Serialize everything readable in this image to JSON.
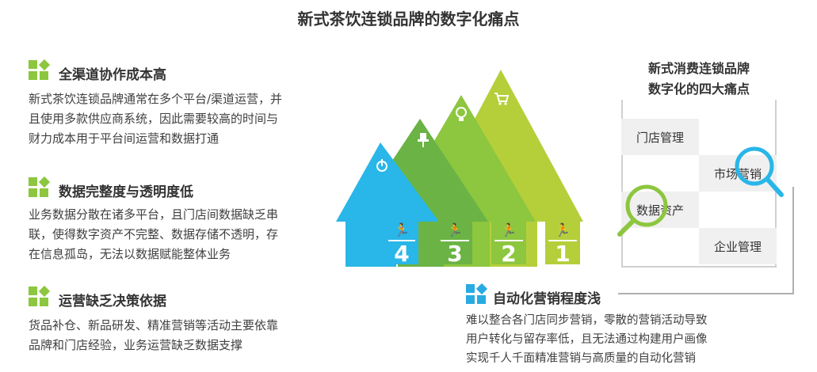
{
  "title": "新式茶饮连锁品牌的数字化痛点",
  "sections": [
    {
      "title": "全渠道协作成本高",
      "lines": [
        "新式茶饮连锁品牌通常在多个平台/渠道运营，并",
        "且使用多款供应商系统，因此需要较高的时间与",
        "财力成本用于平台间运营和数据打通"
      ]
    },
    {
      "title": "数据完整度与透明度低",
      "lines": [
        "业务数据分散在诸多平台，且门店间数据缺乏串",
        "联，使得数字资产不完整、数据存储不透明，存",
        "在信息孤岛，无法以数据赋能整体业务"
      ]
    },
    {
      "title": "运营缺乏决策依据",
      "lines": [
        "货品补仓、新品研发、精准营销等活动主要依靠",
        "品牌和门店经验，业务运营缺乏数据支撑"
      ]
    }
  ],
  "right_section": {
    "title": "自动化营销程度浅",
    "lines": [
      "难以整合各门店同步营销，零散的营销活动导致",
      "用户转化与留存率低，且无法通过构建用户画像",
      "实现千人千面精准营销与高质量的自动化营销"
    ]
  },
  "pain_box": {
    "heading_lines": [
      "新式消费连锁品牌",
      "数字化的四大痛点"
    ],
    "cells": [
      "门店管理",
      "市场营销",
      "数据资产",
      "企业管理"
    ]
  },
  "arrows": [
    {
      "number": "4",
      "color": "#29b6e8",
      "icon": "power-icon"
    },
    {
      "number": "3",
      "color": "#6ab344",
      "icon": "pin-icon"
    },
    {
      "number": "2",
      "color": "#8dc63f",
      "icon": "bulb-icon"
    },
    {
      "number": "1",
      "color": "#b5cf3a",
      "icon": "cart-icon"
    }
  ],
  "colors": {
    "green": "#8dc63f",
    "blue": "#29abe2"
  }
}
